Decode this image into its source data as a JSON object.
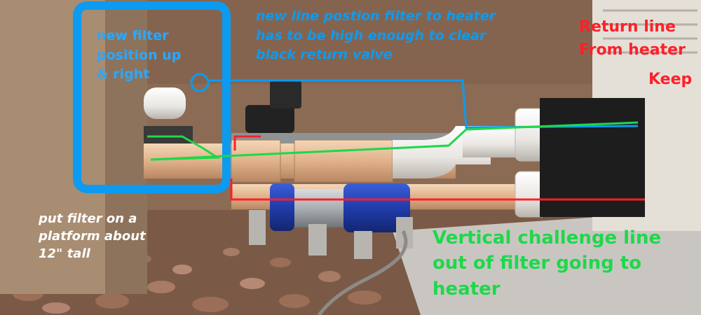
{
  "annotations": {
    "new_filter_position": "new filter position up & right",
    "new_line_position": "new line postion filter to heater has to be high enough to clear black return valve",
    "return_line": "Return line From heater",
    "keep": "Keep",
    "platform": "put filter on a platform about 12\" tall",
    "vertical_line": "Vertical challenge line out of filter going to heater"
  },
  "colors": {
    "blue_annotation": "#0c9bf0",
    "green_annotation": "#1ed84a",
    "red_annotation": "#ff1f2a",
    "white_annotation": "#ffffff"
  }
}
